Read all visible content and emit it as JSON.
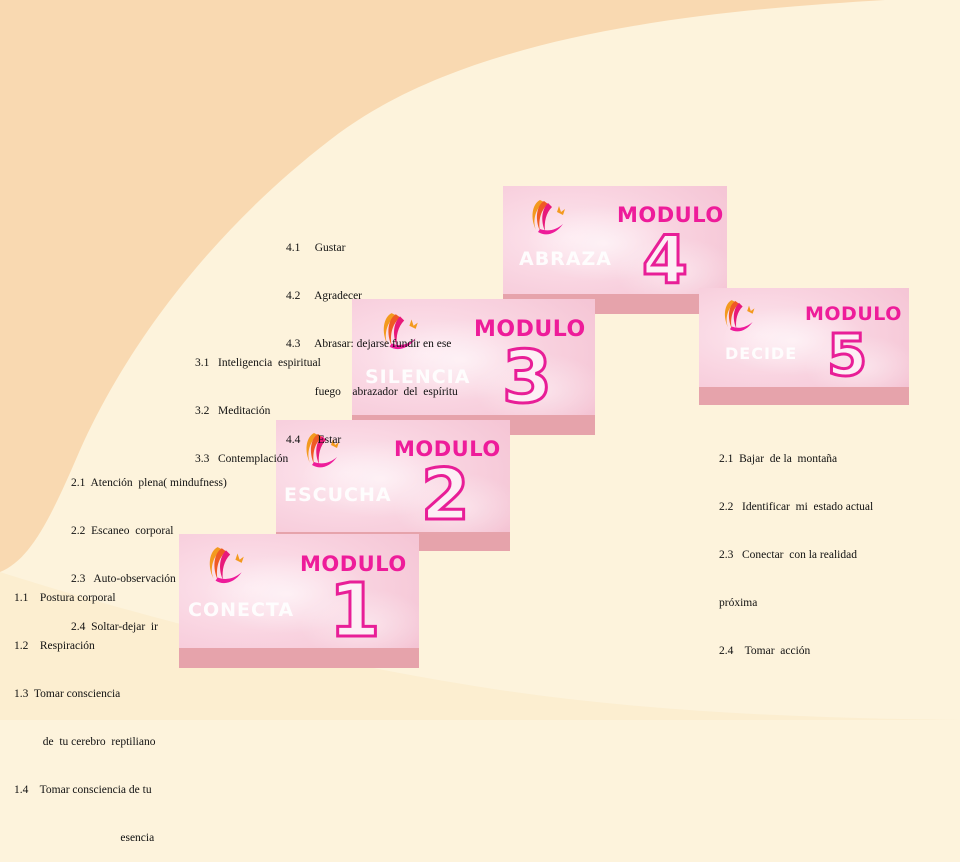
{
  "colors": {
    "background": "#fdf3dc",
    "top_wave": "#f9d9b1",
    "accent_magenta": "#ee1c9a",
    "card_band": "#e6a3ab"
  },
  "modules": [
    {
      "heading": "MODULO",
      "number": "1",
      "word": "CONECTA",
      "logo_icon": "woman-flame-logo-icon",
      "items": [
        "1.1    Postura corporal",
        "1.2    Respiración",
        "1.3  Tomar consciencia",
        "          de  tu cerebro  reptiliano",
        "1.4    Tomar consciencia de tu",
        "                                     esencia"
      ]
    },
    {
      "heading": "MODULO",
      "number": "2",
      "word": "ESCUCHA",
      "logo_icon": "woman-flame-logo-icon",
      "items": [
        "2.1  Atención  plena( mindufness)",
        "2.2  Escaneo  corporal",
        "2.3   Auto-observación",
        "2.4  Soltar-dejar  ir"
      ]
    },
    {
      "heading": "MODULO",
      "number": "3",
      "word": "SILENCIA",
      "logo_icon": "woman-flame-logo-icon",
      "items": [
        "3.1   Inteligencia  espiritual",
        "3.2   Meditación",
        "3.3   Contemplación"
      ]
    },
    {
      "heading": "MODULO",
      "number": "4",
      "word": "ABRAZA",
      "logo_icon": "woman-flame-logo-icon",
      "items": [
        "4.1     Gustar",
        "4.2     Agradecer",
        "4.3     Abrasar: dejarse fundir en ese",
        "          fuego    abrazador  del  espíritu",
        "4.4      Estar"
      ]
    },
    {
      "heading": "MODULO",
      "number": "5",
      "word": "DECIDE",
      "logo_icon": "woman-flame-logo-icon",
      "items": [
        "2.1  Bajar  de la  montaña",
        "2.2   Identificar  mi  estado actual",
        "2.3   Conectar  con la realidad",
        "próxima",
        "2.4    Tomar  acción"
      ]
    }
  ]
}
